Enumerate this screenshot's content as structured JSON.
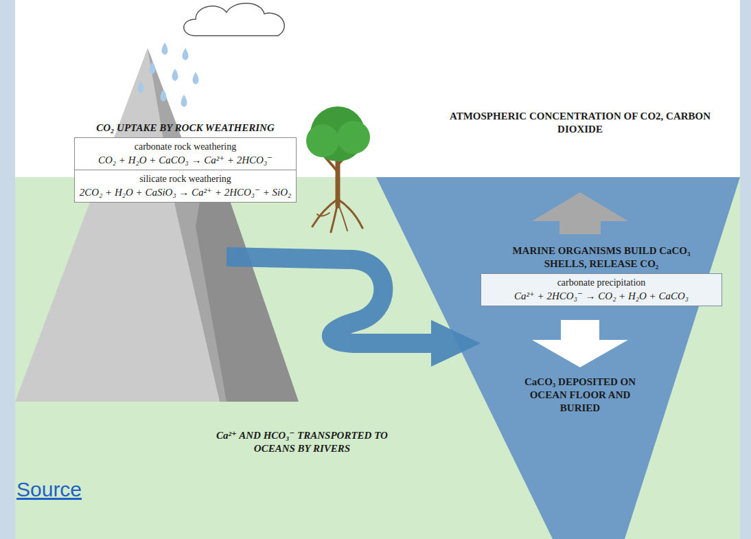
{
  "diagram": {
    "nodes": [
      {
        "text": [
          "CO₂ UPTAKE BY ROCK WEATHERING"
        ]
      },
      {
        "text": [
          "carbonate rock weathering",
          "CO₂ + H₂O + CaCO₃ → Ca²⁺ + 2HCO₃⁻"
        ],
        "in": 0
      },
      {
        "text": [
          "silicate rock weathering",
          "2CO₂ + H₂O + CaSiO₃ → Ca²⁺ + 2HCO₃⁻ + SiO₂"
        ],
        "in": 0
      },
      {
        "text": [
          "MARINE ORGANISMS BUILD CaCO₃ SHELLS, RELEASE CO₂",
          "carbonate precipitation",
          "Ca²⁺ + 2HCO₃⁻ → CO₂ + H₂O + CaCO₃"
        ]
      }
    ],
    "labels": [
      "ATMOSPHERIC CONCENTRATION OF CO2, CARBON DIOXIDE",
      "Ca²⁺ AND HCO₃⁻ TRANSPORTED TO OCEANS BY RIVERS",
      "CaCO₃ DEPOSITED ON OCEAN FLOOR AND BURIED",
      "Source"
    ]
  }
}
